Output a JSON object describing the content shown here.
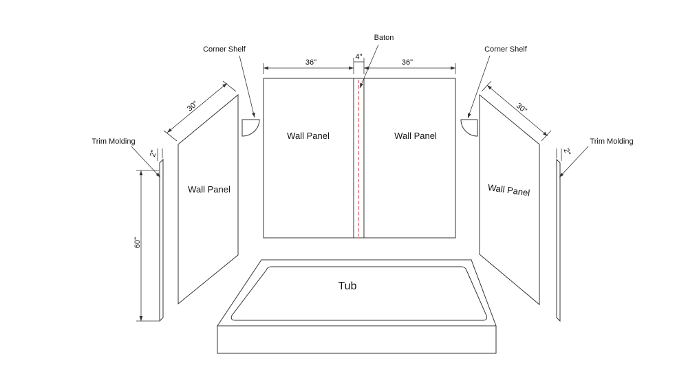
{
  "labels": {
    "corner_shelf_left": "Corner Shelf",
    "corner_shelf_right": "Corner Shelf",
    "baton": "Baton",
    "trim_molding_left": "Trim Molding",
    "trim_molding_right": "Trim Molding",
    "wall_panel_left": "Wall Panel",
    "wall_panel_center_left": "Wall Panel",
    "wall_panel_center_right": "Wall Panel",
    "wall_panel_right": "Wall Panel",
    "tub": "Tub"
  },
  "dimensions": {
    "center_left_width": "36\"",
    "baton_width": "4\"",
    "center_right_width": "36\"",
    "left_panel_width": "30\"",
    "right_panel_width": "30\"",
    "left_trim_width": "2\"",
    "right_trim_width": "2\"",
    "height": "60\""
  },
  "colors": {
    "line": "#333333",
    "seam": "#e53935",
    "background": "#ffffff"
  }
}
